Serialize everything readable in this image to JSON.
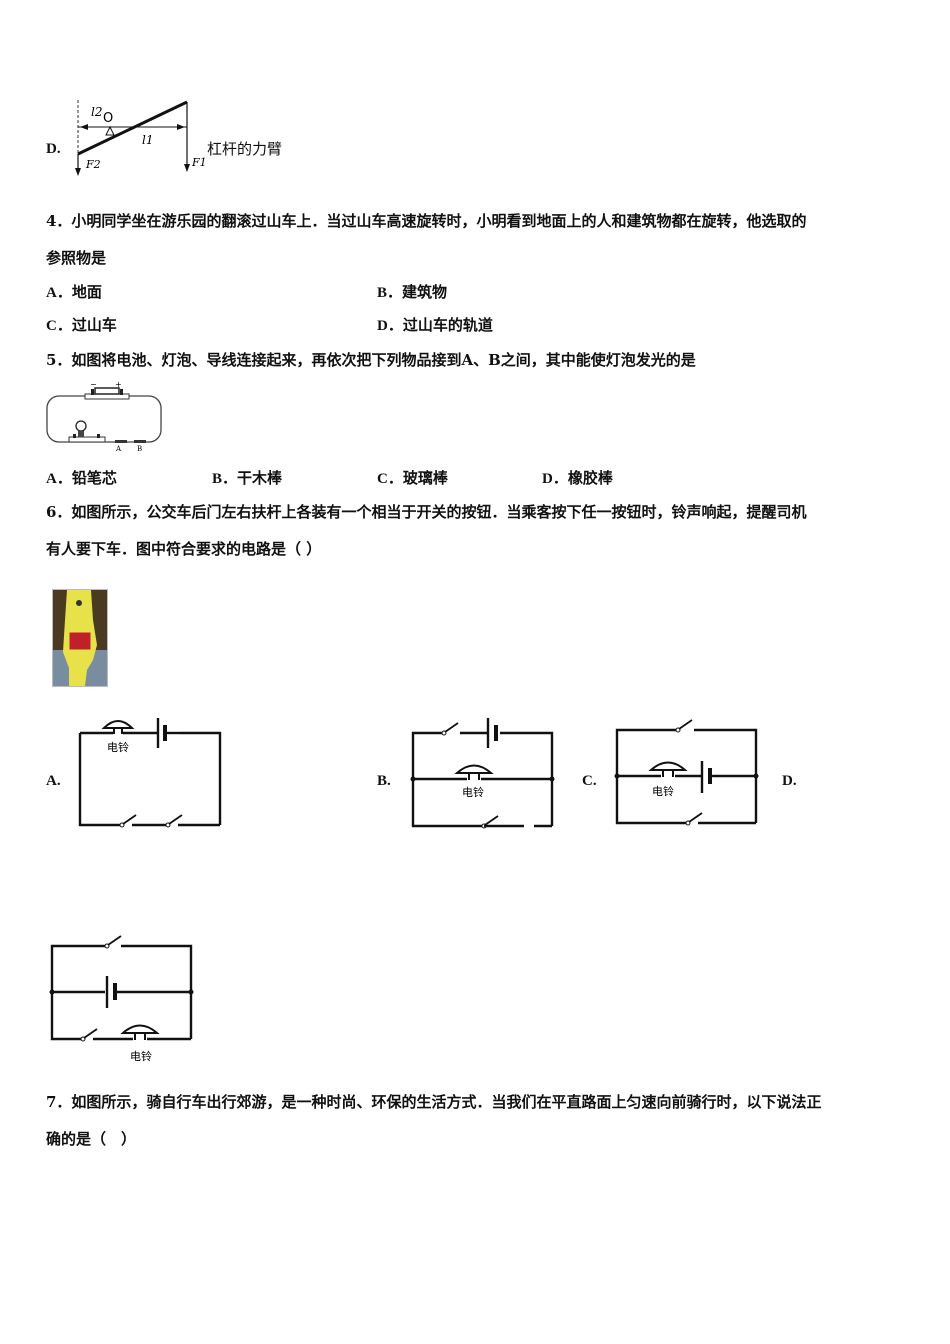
{
  "q3_partial": {
    "option_d_label": "D.",
    "diagram": {
      "pivot_label": "O",
      "l1_label": "l1",
      "l2_label": "l2",
      "f1_label": "F1",
      "f2_label": "F2"
    },
    "option_d_caption": "杠杆的力臂"
  },
  "q4": {
    "text_line1": "4．小明同学坐在游乐园的翻滚过山车上．当过山车高速旋转时，小明看到地面上的人和建筑物都在旋转，他选取的",
    "text_line2": "参照物是",
    "options": [
      {
        "label": "A．",
        "text": "地面"
      },
      {
        "label": "B．",
        "text": "建筑物"
      },
      {
        "label": "C．",
        "text": "过山车"
      },
      {
        "label": "D．",
        "text": "过山车的轨道"
      }
    ]
  },
  "q5": {
    "text": "5．如图将电池、灯泡、导线连接起来，再依次把下列物品接到A、B之间，其中能使灯泡发光的是",
    "diagram": {
      "minus": "−",
      "plus": "+",
      "point_a": "A",
      "point_b": "B"
    },
    "options": [
      {
        "label": "A．",
        "text": "铅笔芯"
      },
      {
        "label": "B．",
        "text": "干木棒"
      },
      {
        "label": "C．",
        "text": "玻璃棒"
      },
      {
        "label": "D．",
        "text": "橡胶棒"
      }
    ]
  },
  "q6": {
    "text_line1": "6．如图所示，公交车后门左右扶杆上各装有一个相当于开关的按钮．当乘客按下任一按钮时，铃声响起，提醒司机",
    "text_line2": "有人要下车．图中符合要求的电路是（ ）",
    "options": [
      {
        "label": "A.",
        "bell_caption": "电铃"
      },
      {
        "label": "B.",
        "bell_caption": "电铃"
      },
      {
        "label": "C.",
        "bell_caption": "电铃"
      },
      {
        "label": "D.",
        "bell_caption": "电铃"
      }
    ]
  },
  "q7": {
    "text_line1": "7．如图所示，骑自行车出行郊游，是一种时尚、环保的生活方式．当我们在平直路面上匀速向前骑行时，以下说法正",
    "text_line2": "确的是（　）"
  }
}
